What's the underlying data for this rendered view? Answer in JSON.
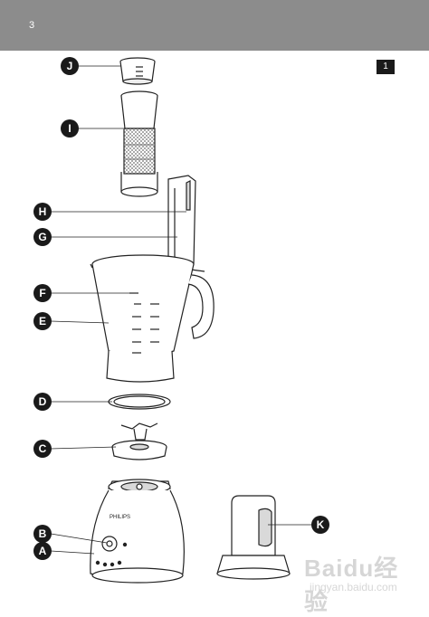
{
  "header": {
    "page_number": "3",
    "section_tab": "1"
  },
  "labels": {
    "J": "J",
    "I": "I",
    "H": "H",
    "G": "G",
    "F": "F",
    "E": "E",
    "D": "D",
    "C": "C",
    "B": "B",
    "A": "A",
    "K": "K"
  },
  "brand": "PHILIPS",
  "watermark": {
    "main": "Baidu经验",
    "sub": "jingyan.baidu.com"
  },
  "colors": {
    "header": "#8c8c8c",
    "label_fill": "#1a1a1a",
    "line": "#222222",
    "shade": "#d9d9d9"
  }
}
